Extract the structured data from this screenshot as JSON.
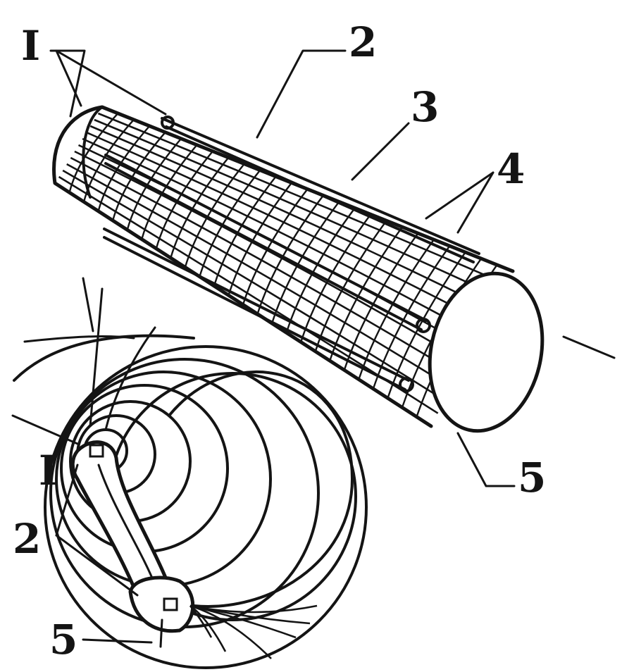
{
  "figure": {
    "callouts": {
      "top_1": "I",
      "top_2": "2",
      "top_3": "3",
      "top_4": "4",
      "top_5": "5",
      "bottom_1": "I",
      "bottom_2": "2",
      "bottom_5": "5"
    },
    "colors": {
      "ink": "#141414",
      "paper": "#ffffff"
    }
  }
}
